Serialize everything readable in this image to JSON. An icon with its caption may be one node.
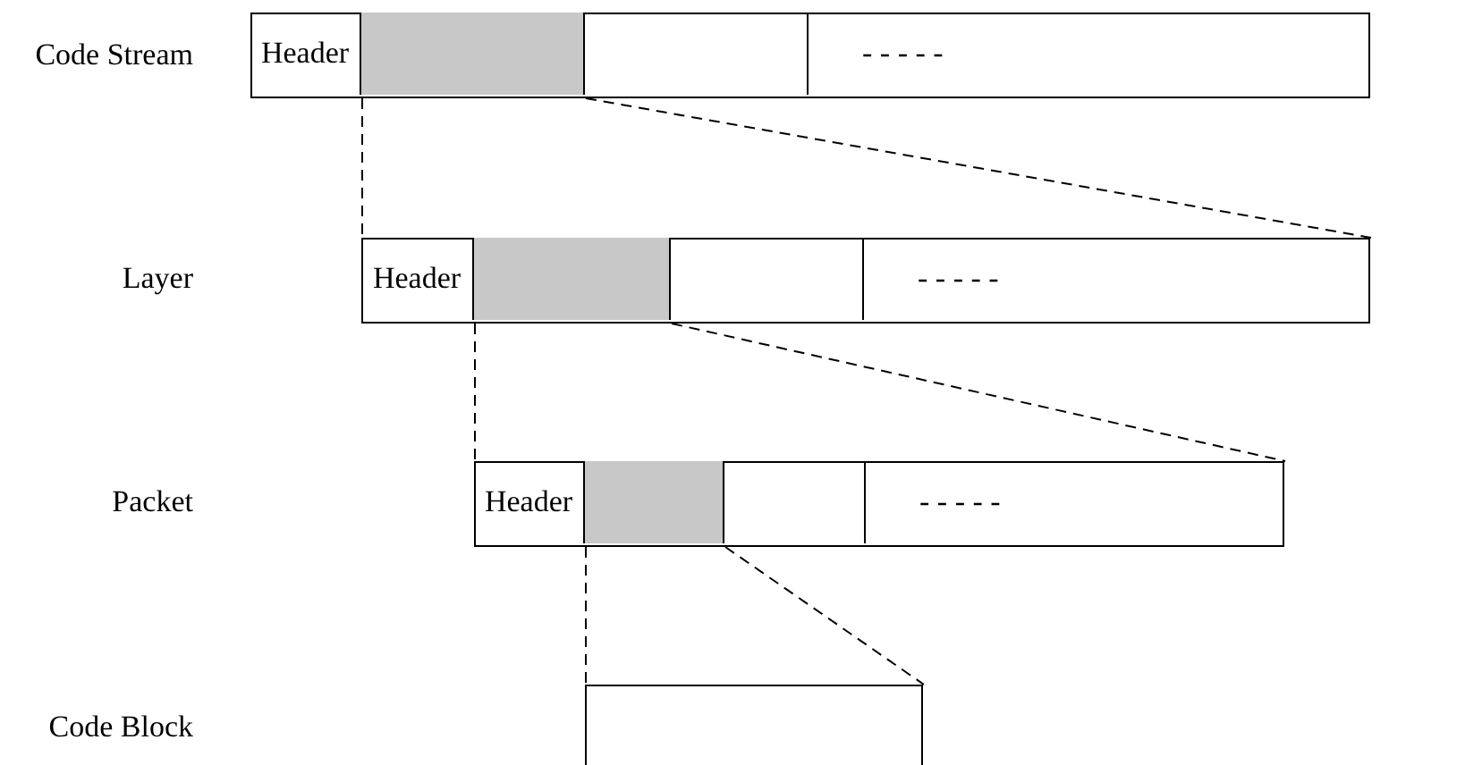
{
  "diagram": {
    "nodes": [
      {
        "text": [],
        "shape": "bar"
      },
      {
        "text": [
          "Header"
        ],
        "in": 0
      },
      {
        "text": [],
        "shape": "box",
        "in": 0
      },
      {
        "text": [],
        "shape": "box",
        "in": 0
      },
      {
        "text": [
          "- - - - -"
        ],
        "in": 0
      },
      {
        "text": [],
        "shape": "bar"
      },
      {
        "text": [
          "Header"
        ],
        "in": 5
      },
      {
        "text": [],
        "shape": "box",
        "in": 5
      },
      {
        "text": [],
        "shape": "box",
        "in": 5
      },
      {
        "text": [
          "- - - - -"
        ],
        "in": 5
      },
      {
        "text": [],
        "shape": "bar"
      },
      {
        "text": [
          "Header"
        ],
        "in": 10
      },
      {
        "text": [],
        "shape": "box",
        "in": 10
      },
      {
        "text": [],
        "shape": "box",
        "in": 10
      },
      {
        "text": [
          "- - - - -"
        ],
        "in": 10
      },
      {
        "text": [],
        "shape": "box"
      }
    ],
    "labels": [
      "Code Stream",
      "Layer",
      "Packet",
      "Code Block"
    ],
    "edges": [
      {
        "from": 2,
        "to": 5,
        "arrow": "none",
        "style": "dashed"
      },
      {
        "from": 2,
        "to": 5,
        "arrow": "none",
        "style": "dashed"
      },
      {
        "from": 7,
        "to": 10,
        "arrow": "none",
        "style": "dashed"
      },
      {
        "from": 7,
        "to": 10,
        "arrow": "none",
        "style": "dashed"
      },
      {
        "from": 12,
        "to": 15,
        "arrow": "none",
        "style": "dashed"
      },
      {
        "from": 12,
        "to": 15,
        "arrow": "none",
        "style": "dashed"
      }
    ]
  }
}
